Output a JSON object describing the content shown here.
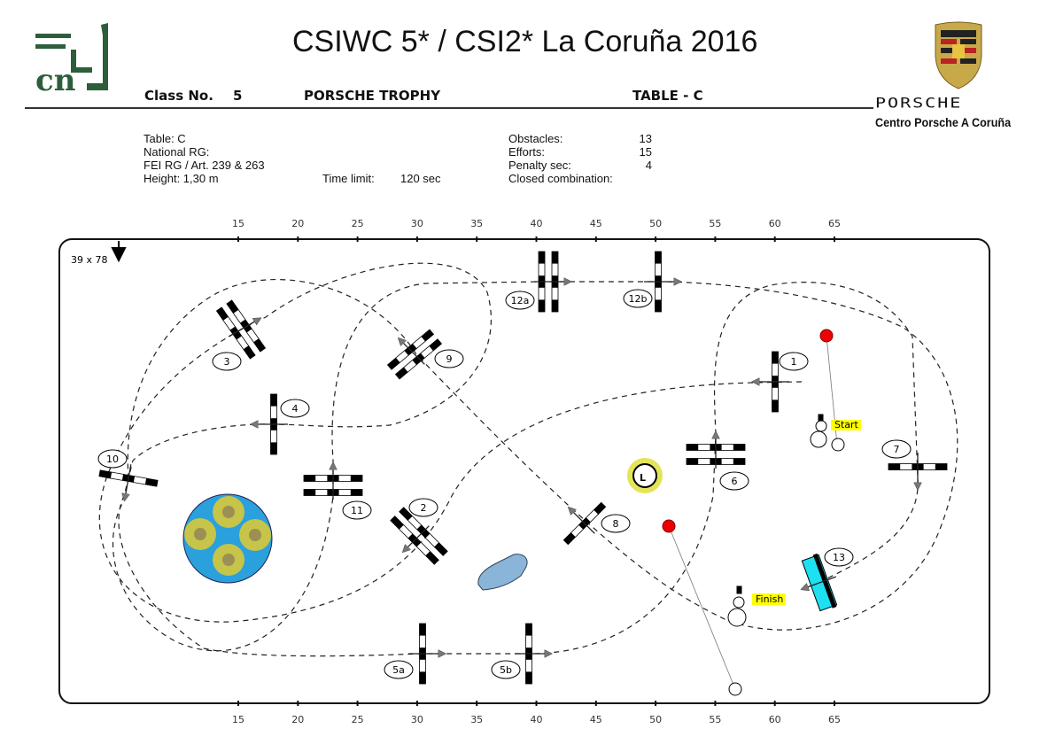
{
  "header": {
    "title": "CSIWC 5* / CSI2* La Coruña 2016",
    "class_label": "Class No.",
    "class_no": "5",
    "class_name": "PORSCHE TROPHY",
    "table": "TABLE - C"
  },
  "sponsor": {
    "brand": "PORSCHE",
    "dealer": "Centro Porsche A Coruña",
    "logo_text": "cn"
  },
  "info_left": [
    "Table: C",
    "National RG:",
    "FEI RG / Art. 239 & 263",
    "Height: 1,30 m"
  ],
  "time_limit": {
    "label": "Time limit:",
    "value": "120 sec"
  },
  "info_right": [
    {
      "label": "Obstacles:",
      "value": "13"
    },
    {
      "label": "Efforts:",
      "value": "15"
    },
    {
      "label": "Penalty sec:",
      "value": "4"
    },
    {
      "label": "Closed combination:",
      "value": ""
    }
  ],
  "arena": {
    "size": "39 x 78",
    "scale_ticks": [
      "15",
      "20",
      "25",
      "30",
      "35",
      "40",
      "45",
      "50",
      "55",
      "60",
      "65"
    ],
    "start_label": "Start",
    "finish_label": "Finish",
    "clock_label": "L"
  },
  "fences": [
    "1",
    "2",
    "3",
    "4",
    "5a",
    "5b",
    "6",
    "7",
    "8",
    "9",
    "10",
    "11",
    "12a",
    "12b",
    "13"
  ]
}
